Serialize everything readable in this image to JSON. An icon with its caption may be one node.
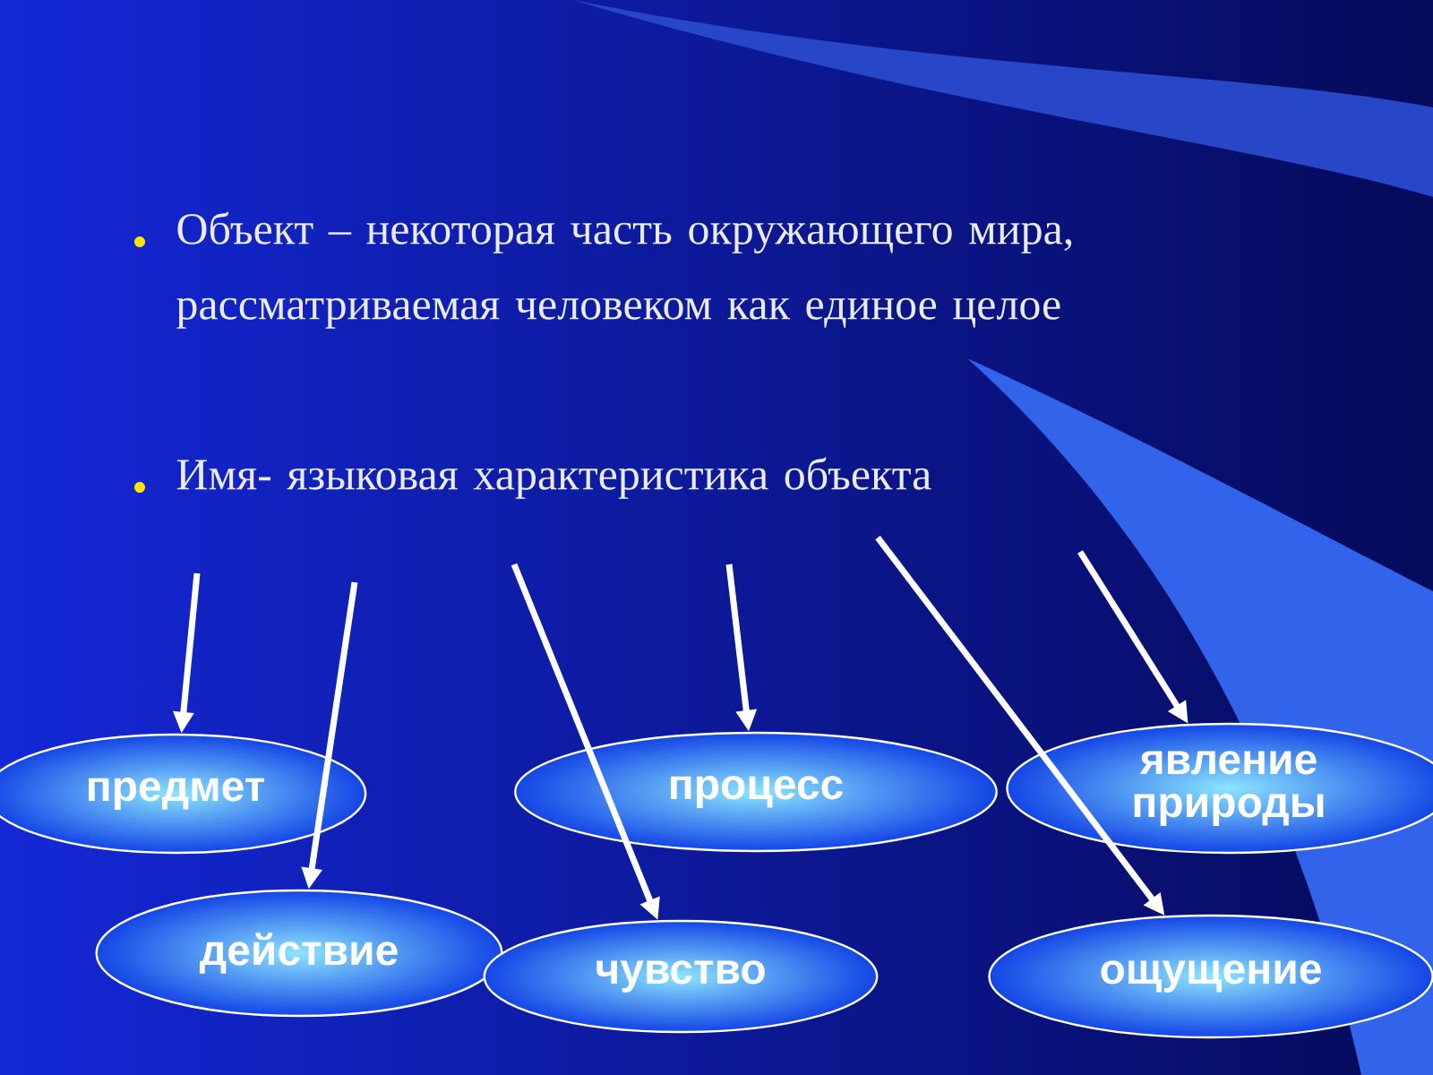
{
  "diagram": {
    "nodes": [
      {
        "text": [
          "предмет"
        ]
      },
      {
        "text": [
          "действие"
        ]
      },
      {
        "text": [
          "чувство"
        ]
      },
      {
        "text": [
          "процесс"
        ]
      },
      {
        "text": [
          "явление природы"
        ]
      },
      {
        "text": [
          "ощущение"
        ]
      }
    ],
    "edges": [
      {
        "from": null,
        "to": 0,
        "arrow": "to"
      },
      {
        "from": null,
        "to": 1,
        "arrow": "to"
      },
      {
        "from": null,
        "to": 2,
        "arrow": "to"
      },
      {
        "from": null,
        "to": 3,
        "arrow": "to"
      },
      {
        "from": null,
        "to": 5,
        "arrow": "to"
      },
      {
        "from": null,
        "to": 4,
        "arrow": "to"
      }
    ],
    "labels": [
      "Объект – некоторая часть окружающего мира, рассматриваемая человеком как единое целое",
      "Имя- языковая характеристика объекта"
    ]
  }
}
